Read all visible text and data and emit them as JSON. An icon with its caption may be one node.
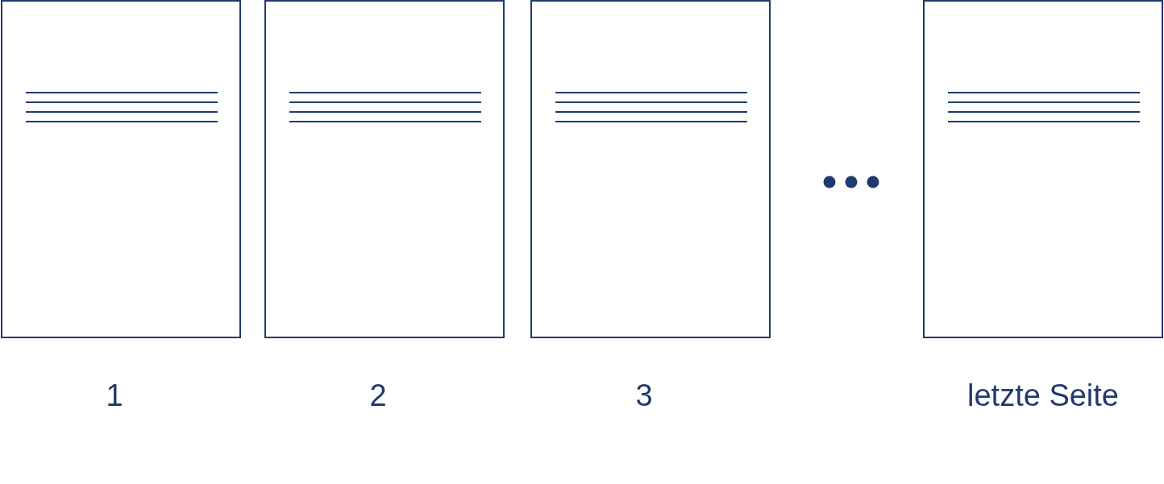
{
  "diagram": {
    "nodes": [
      {
        "text": [],
        "shape": "box",
        "beside": [
          "1"
        ]
      },
      {
        "text": [],
        "shape": "box",
        "beside": [
          "2"
        ]
      },
      {
        "text": [],
        "shape": "box",
        "beside": [
          "3"
        ]
      },
      {
        "text": [],
        "shape": "box",
        "beside": [
          "letzte Seite"
        ]
      }
    ]
  }
}
